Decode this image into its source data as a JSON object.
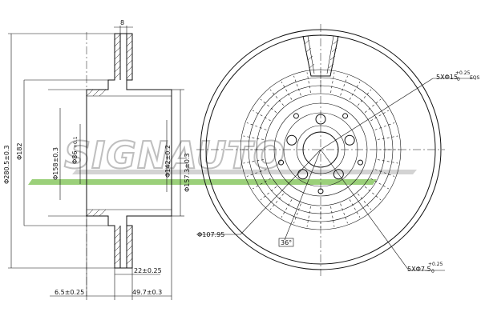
{
  "watermark": {
    "text": "SIGNAUTO",
    "bar_color": "#9bd07a",
    "letter_color": "#bfbfbf"
  },
  "side_view": {
    "top_width": "8",
    "outer_diameter": "Φ280.5±0.3",
    "d182": "Φ182",
    "d158": "Φ158±0.3",
    "d86": "Φ86",
    "d86_tol": "+0.1",
    "d142": "Φ142±0.2",
    "d157": "Φ157.3±0.3",
    "thickness": "22±0.25",
    "offset": "6.5±0.25",
    "height": "49.7±0.3"
  },
  "front_view": {
    "bolt_holes": "5XΦ15",
    "bolt_holes_tol_upper": "+0.25",
    "bolt_holes_tol_lower": "0",
    "bolt_holes_suffix": "EQS",
    "pcd": "Φ107.95",
    "angle": "36°",
    "small_holes": "5XΦ7.5",
    "small_holes_tol_upper": "+0.25",
    "small_holes_tol_lower": "0"
  },
  "line_color": "#111111"
}
